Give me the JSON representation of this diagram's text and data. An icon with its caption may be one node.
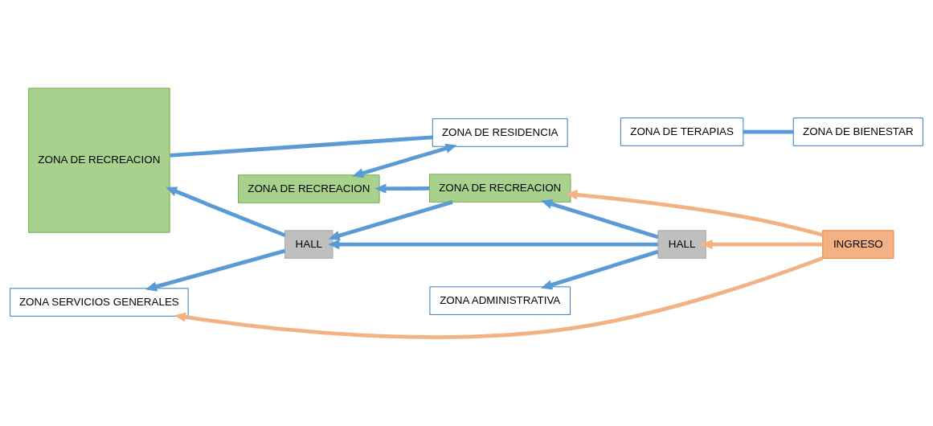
{
  "diagram": {
    "nodes": [
      {
        "text": [
          "ZONA SERVICIOS GENERALES"
        ]
      },
      {
        "text": [
          "ZONA DE RECREACION"
        ]
      },
      {
        "text": [
          "ZONA DE RESIDENCIA"
        ]
      },
      {
        "text": [
          "ZONA ADMINISTRATIVA"
        ]
      },
      {
        "text": [
          "HALL"
        ]
      },
      {
        "text": [
          "HALL"
        ]
      },
      {
        "text": [
          "INGRESO"
        ]
      },
      {
        "text": [
          "ZONA DE RECREACION"
        ]
      },
      {
        "text": [
          "ZONA DE BIENESTAR"
        ]
      },
      {
        "text": [
          "ZONA DE TERAPIAS"
        ]
      },
      {
        "text": [
          "ZONA DE RECREACION"
        ]
      }
    ],
    "edges": [
      {
        "from": 6,
        "to": 0,
        "arrow": "to",
        "color": "#f4b183"
      },
      {
        "from": 6,
        "to": 5,
        "arrow": "to",
        "color": "#f4b183"
      },
      {
        "from": 6,
        "to": 10,
        "arrow": "to",
        "color": "#f4b183"
      },
      {
        "from": 5,
        "to": 3,
        "arrow": "to"
      },
      {
        "from": 5,
        "to": 4,
        "arrow": "to"
      },
      {
        "from": 5,
        "to": 10,
        "arrow": "to"
      },
      {
        "from": 8,
        "to": 9,
        "arrow": "none"
      },
      {
        "from": 4,
        "to": 0,
        "arrow": "to"
      },
      {
        "from": 4,
        "to": 1,
        "arrow": "to"
      },
      {
        "from": 2,
        "to": 1,
        "arrow": "none"
      },
      {
        "from": 2,
        "to": 7,
        "arrow": "both"
      },
      {
        "from": 10,
        "to": 7,
        "arrow": "to"
      },
      {
        "from": 10,
        "to": 4,
        "arrow": "to"
      }
    ]
  }
}
